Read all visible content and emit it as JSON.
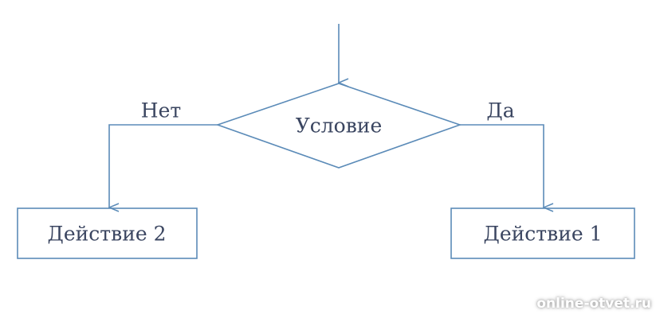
{
  "diagram": {
    "condition": "Условие",
    "no_label": "Нет",
    "yes_label": "Да",
    "action_no": "Действие 2",
    "action_yes": "Действие 1",
    "line_color": "#5b8bb8",
    "text_color": "#3a4560"
  },
  "watermark": "online-otvet.ru"
}
